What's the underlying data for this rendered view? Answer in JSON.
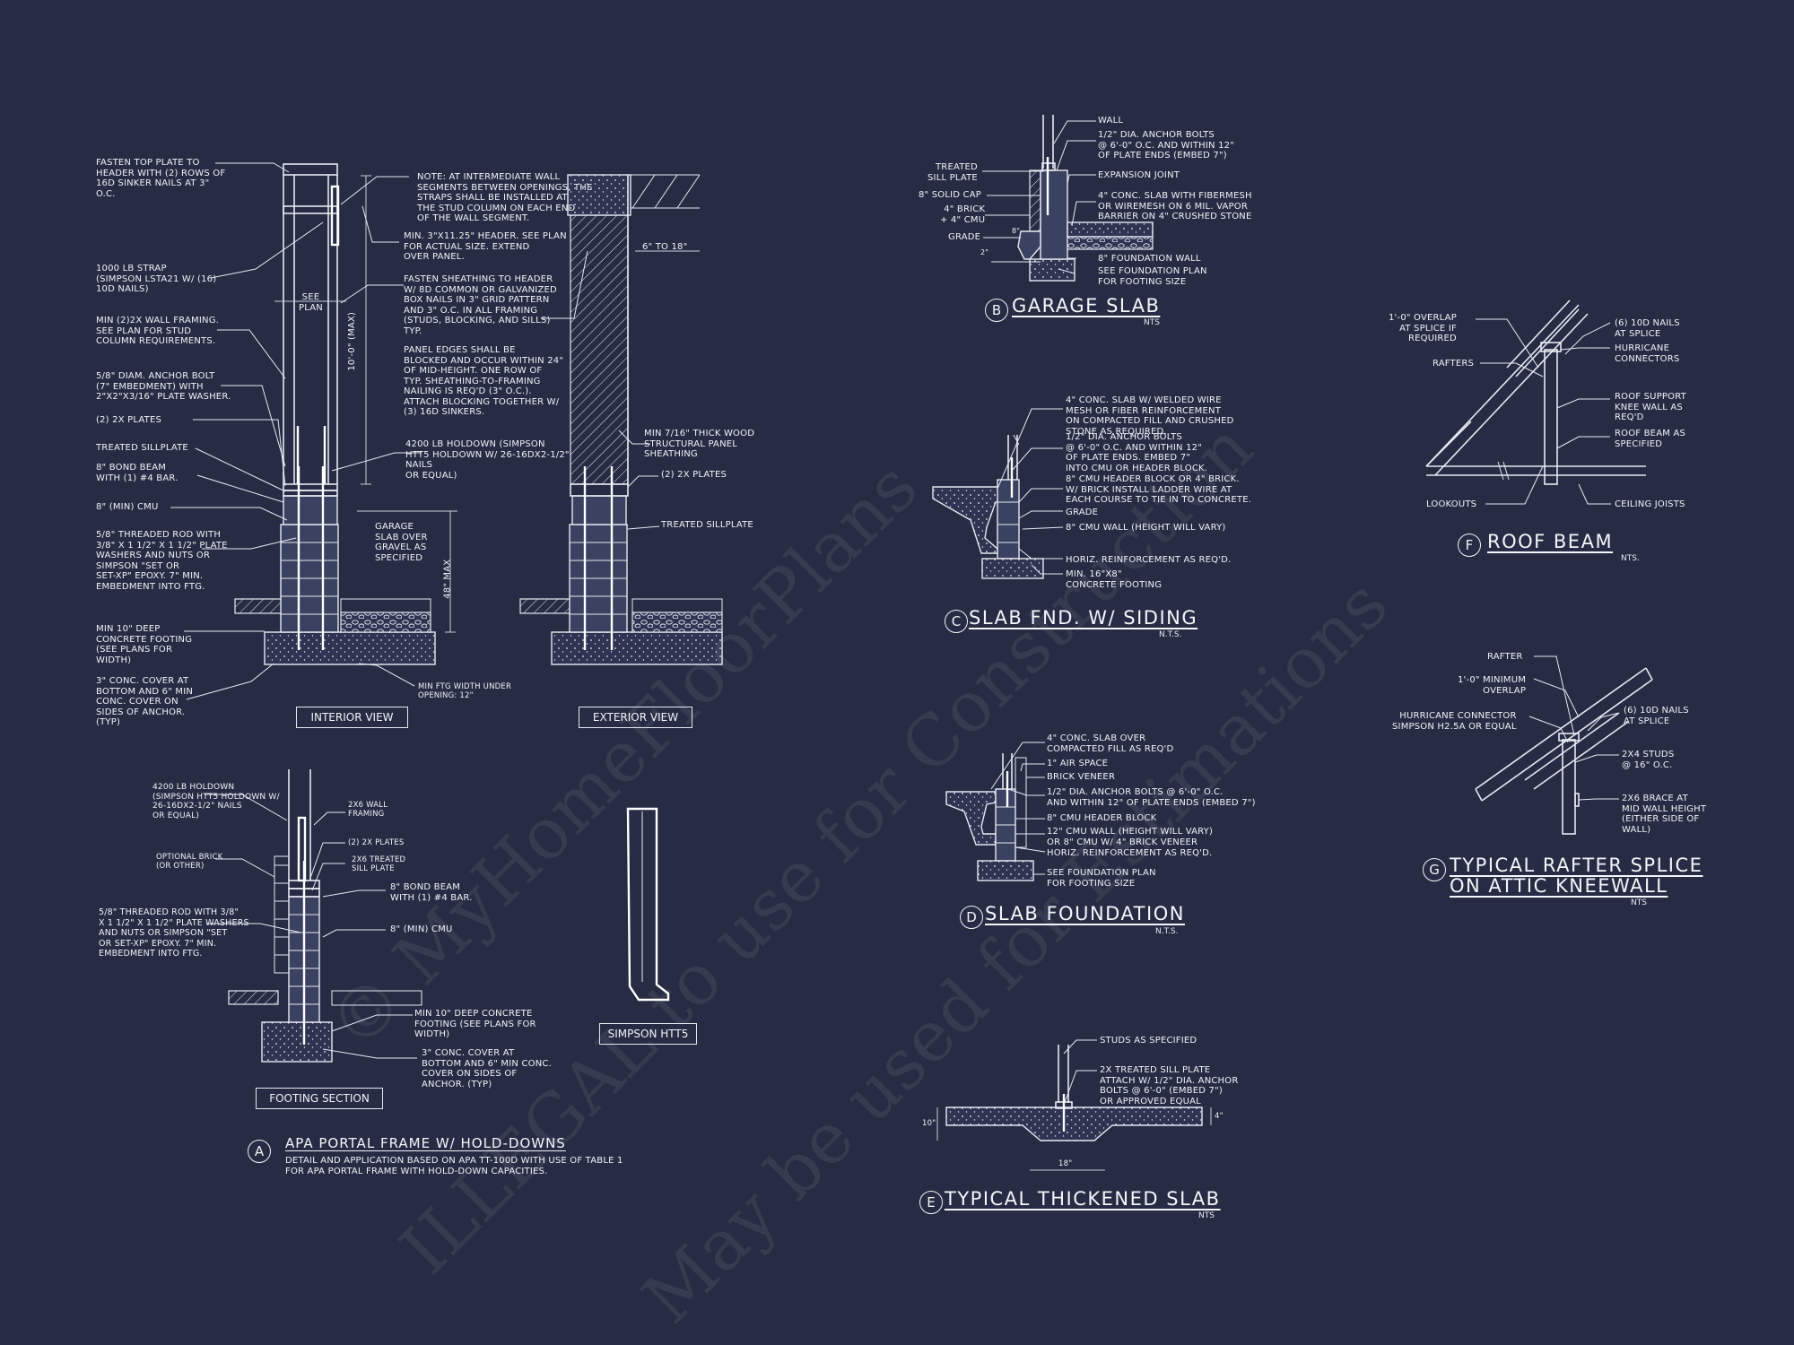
{
  "watermark": {
    "line1": "© MyHomeFloorPlans",
    "line2": "ILLEGAL to use for Construction",
    "line3": "May be used for Estimations"
  },
  "detail_a": {
    "title_letter": "A",
    "title": "APA PORTAL FRAME W/ HOLD-DOWNS",
    "subtitle": "DETAIL AND APPLICATION BASED ON APA TT-100D WITH USE OF TABLE 1\nFOR APA PORTAL FRAME WITH HOLD-DOWN CAPACITIES.",
    "interior_view_label": "INTERIOR VIEW",
    "exterior_view_label": "EXTERIOR VIEW",
    "footing_section_label": "FOOTING SECTION",
    "simpson_label": "SIMPSON HTT5",
    "notes": {
      "fasten_top": "FASTEN TOP PLATE TO\nHEADER WITH (2) ROWS OF\n16d SINKER NAILS AT 3\"\nO.C.",
      "strap": "1000 LB STRAP\n(SIMPSON LSTA21 W/ (16)\n10d NAILS)",
      "min_2x": "MIN (2)2X WALL FRAMING.\nSEE PLAN FOR STUD\nCOLUMN REQUIREMENTS.",
      "anchor_bolt": "5/8\" DIAM. ANCHOR BOLT\n(7\" EMBEDMENT) WITH\n2\"x2\"x3/16\" PLATE WASHER.",
      "two_plates": "(2) 2x PLATES",
      "treated_sill": "TREATED SILLPLATE",
      "bond_beam": "8\" BOND BEAM\nWITH (1) #4 BAR.",
      "cmu": "8\" (MIN) CMU",
      "threaded_rod": "5/8\" THREADED ROD WITH\n3/8\" x 1 1/2\" x 1 1/2\" PLATE\nWASHERS AND NUTS OR\nSIMPSON \"SET OR\nSET-XP\" EPOXY. 7\" MIN.\nEMBEDMENT INTO FTG.",
      "min_footing": "MIN 10\" DEEP\nCONCRETE FOOTING\n(SEE PLANS FOR\nWIDTH)",
      "conc_cover": "3\" CONC. COVER AT\nBOTTOM AND 6\" MIN\nCONC. COVER ON\nSIDES OF ANCHOR.\n(TYP)",
      "see_plan": "SEE\nPLAN",
      "ten_max": "10'-0\" (MAX)",
      "note_intermediate": "NOTE: AT INTERMEDIATE WALL\nSEGMENTS BETWEEN OPENINGS, THE\nSTRAPS SHALL BE INSTALLED AT\nTHE STUD COLUMN ON EACH END\nOF THE WALL SEGMENT.",
      "min_header": "MIN. 3\"x11.25\" HEADER. SEE PLAN\nFOR ACTUAL SIZE. EXTEND\nOVER PANEL.",
      "fasten_sheathing": "FASTEN SHEATHING TO HEADER\nW/ 8d COMMON OR GALVANIZED\nBOX NAILS IN 3\" GRID PATTERN\nAND 3\" O.C. IN ALL FRAMING\n(STUDS, BLOCKING, AND SILLS)\nTYP.",
      "panel_edges": "PANEL EDGES SHALL BE\nBLOCKED AND OCCUR WITHIN 24\"\nOF MID-HEIGHT. ONE ROW OF\nTYP. SHEATHING-TO-FRAMING\nNAILING IS REQ'D (3\" O.C.).\nATTACH BLOCKING TOGETHER W/\n(3) 16d SINKERS.",
      "holdown_4200": "4200 LB HOLDOWN (SIMPSON\nHTT5 HOLDOWN W/ 26-16dx2-1/2\"\nNAILS\nOR EQUAL)",
      "garage_slab": "GARAGE\nSLAB OVER\nGRAVEL AS\nSPECIFIED",
      "forty_eight_max": "48\" MAX",
      "min_ftg_width": "MIN FTG WIDTH UNDER\nOPENING: 12\"",
      "six_to_18": "6\" TO 18\"",
      "min_sheathing": "MIN 7/16\" THICK WOOD\nSTRUCTURAL PANEL\nSHEATHING",
      "ext_two_plates": "(2) 2x PLATES",
      "ext_treated_sill": "TREATED SILLPLATE",
      "ft_holdown": "4200 LB HOLDOWN\n(SIMPSON HTT5 HOLDOWN W/\n26-16dx2-1/2\" NAILS\nOR EQUAL)",
      "ft_optional_brick": "OPTIONAL BRICK\n(OR OTHER)",
      "ft_rod": "5/8\" THREADED ROD WITH 3/8\"\nx 1 1/2\" x 1 1/2\" PLATE WASHERS\nAND NUTS OR SIMPSON \"SET\nOR SET-XP\" EPOXY. 7\" MIN.\nEMBEDMENT INTO FTG.",
      "ft_2x6_wall": "2x6 WALL\nFRAMING",
      "ft_2x_plates": "(2) 2x PLATES",
      "ft_2x6_treated": "2x6 TREATED\nSILL PLATE",
      "ft_bond_beam": "8\" BOND BEAM\nWITH (1) #4 BAR.",
      "ft_cmu": "8\" (MIN) CMU",
      "ft_min_footing": "MIN 10\" DEEP CONCRETE\nFOOTING (SEE PLANS FOR\nWIDTH)",
      "ft_cover": "3\" CONC. COVER AT\nBOTTOM AND 6\" MIN CONC.\nCOVER ON SIDES OF\nANCHOR. (TYP)"
    }
  },
  "detail_b": {
    "letter": "B",
    "title": "GARAGE SLAB",
    "nts": "NTS",
    "notes": {
      "wall": "WALL",
      "anchor": "1/2\" DIA. ANCHOR BOLTS\n@ 6'-0\" O.C. AND WITHIN 12\"\nOF PLATE ENDS (EMBED 7\")",
      "expansion": "EXPANSION JOINT",
      "slab": "4\" CONC. SLAB WITH FIBERMESH\nOR WIREMESH ON 6 MIL. VAPOR\nBARRIER ON 4\" CRUSHED STONE",
      "found_wall": "8\" FOUNDATION WALL",
      "see_found": "SEE FOUNDATION PLAN\nFOR FOOTING SIZE",
      "treated_sill": "TREATED\nSILL PLATE",
      "solid_cap": "8\" SOLID CAP",
      "brick": "4\" BRICK\n+ 4\" CMU",
      "grade": "GRADE",
      "dim8": "8\"",
      "dim2": "2\""
    }
  },
  "detail_c": {
    "letter": "C",
    "title": "SLAB FND. W/ SIDING",
    "nts": "N.T.S.",
    "notes": {
      "slab": "4\" CONC. SLAB W/ WELDED WIRE\nMESH OR FIBER REINFORCEMENT\nON COMPACTED FILL AND CRUSHED\nSTONE AS REQUIRED.",
      "anchor": "1/2\" DIA. ANCHOR BOLTS\n@ 6'-0\" O.C. AND WITHIN 12\"\nOF PLATE ENDS. EMBED 7\"\nINTO CMU OR HEADER BLOCK.",
      "header": "8\" CMU HEADER BLOCK OR 4\" BRICK.\nW/ BRICK INSTALL LADDER WIRE AT\nEACH COURSE TO TIE IN TO CONCRETE.",
      "grade": "GRADE",
      "cmu_wall": "8\" CMU WALL (HEIGHT WILL VARY)",
      "horiz": "HORIZ. REINFORCEMENT AS REQ'D.",
      "footing": "MIN. 16\"X8\"\nCONCRETE FOOTING"
    }
  },
  "detail_d": {
    "letter": "D",
    "title": "SLAB FOUNDATION",
    "nts": "N.T.S.",
    "notes": {
      "slab": "4\" CONC. SLAB OVER\nCOMPACTED FILL AS REQ'D",
      "air": "1\" AIR SPACE",
      "brick": "BRICK VENEER",
      "anchor": "1/2\" DIA. ANCHOR BOLTS @ 6'-0\" O.C.\nAND WITHIN 12\" OF PLATE ENDS (EMBED 7\")",
      "header": "8\" CMU HEADER BLOCK",
      "cmu_wall": "12\" CMU WALL (HEIGHT WILL VARY)\nOR 8\" CMU W/ 4\" BRICK VENEER",
      "horiz": "HORIZ. REINFORCEMENT AS REQ'D.",
      "see_plan": "SEE FOUNDATION PLAN\nFOR FOOTING SIZE"
    }
  },
  "detail_e": {
    "letter": "E",
    "title": "TYPICAL THICKENED SLAB",
    "nts": "NTS",
    "notes": {
      "studs": "STUDS AS SPECIFIED",
      "sill": "2x TREATED SILL PLATE\nATTACH w/ 1/2\" dia. ANCHOR\nBOLTS @ 6'-0\" (EMBED 7\")\nOR APPROVED EQUAL",
      "dim10": "10\"",
      "dim18": "18\"",
      "dim4": "4\""
    }
  },
  "detail_f": {
    "letter": "F",
    "title": "ROOF BEAM",
    "nts": "NTS.",
    "notes": {
      "overlap": "1'-0\" OVERLAP\nAT SPLICE IF\nREQUIRED",
      "rafters": "RAFTERS",
      "nails": "(6) 10d NAILS\nAT SPLICE",
      "hurricane": "HURRICANE\nCONNECTORS",
      "knee": "ROOF SUPPORT\nKNEE WALL AS\nREQ'D",
      "beam": "ROOF BEAM AS\nSPECIFIED",
      "lookouts": "LOOKOUTS",
      "joists": "CEILING JOISTS"
    }
  },
  "detail_g": {
    "letter": "G",
    "title_line1": "TYPICAL RAFTER SPLICE",
    "title_line2": "ON ATTIC KNEEWALL",
    "nts": "NTS",
    "notes": {
      "rafter": "RAFTER",
      "overlap": "1'-0\" MINIMUM\nOVERLAP",
      "hurricane": "HURRICANE CONNECTOR\nSIMPSON H2.5A OR EQUAL",
      "nails": "(6) 10d NAILS\nAT SPLICE",
      "studs": "2x4 STUDS\n@ 16\" O.C.",
      "brace": "2x6 BRACE AT\nMID WALL HEIGHT\n(EITHER SIDE OF\nWALL)"
    }
  },
  "colors": {
    "background": "#272c44",
    "linework": "#e6e9f2"
  }
}
